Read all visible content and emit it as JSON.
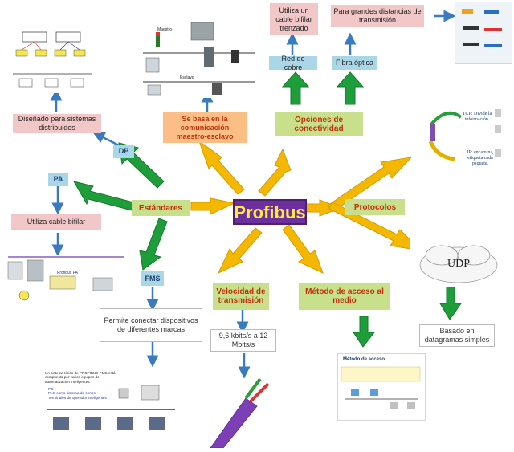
{
  "center": "Profibus",
  "nodes": {
    "estandares": "Estándares",
    "opciones": "Opciones de conectividad",
    "protocolos": "Protocolos",
    "velocidad": "Velocidad de transmisión",
    "metodo": "Método de acceso al medio",
    "maestro": "Se basa en la comunicación maestro-esclavo",
    "dp": "DP",
    "pa": "PA",
    "fms": "FMS",
    "distribuidos": "Diseñado para sistemas distribuidos",
    "cable_bifilar_pa": "Utiliza cable bifilar",
    "fms_desc": "Permite conectar dispositivos de diferentes marcas",
    "red_cobre": "Red de cobre",
    "fibra": "Fibra óptica",
    "bifilar_trenzado": "Utiliza un cable bifilar trenzado",
    "distancias": "Para grandes distancias de transmisión",
    "kbits": "9,6 kbits/s a 12 Mbits/s",
    "udp_desc": "Basado en datagramas simples"
  },
  "images": {
    "tcp_title": "TCP: Divide la información.",
    "ip_title": "IP: encamina, etiqueta cada paquete.",
    "udp_label": "UDP",
    "metodo_title": "Método de acceso",
    "fms_text": "Un sistema típico de PROFIBUS-FMS está compuesto por varios equipos de automatización inteligentes:",
    "fms_bullets": [
      "PC",
      "PLC como sistema de control",
      "Terminales de operador inteligentes"
    ],
    "maestro_label": "Maestro",
    "esclavo_label": "Esclavo",
    "profibus_pa_label": "Profibus PA"
  },
  "colors": {
    "center_fill": "#6e2f9e",
    "center_text": "#ffeb3b",
    "orange_arrow": "#f5b800",
    "green_arrow": "#1e9e3a",
    "blue_arrow": "#3a7bbf"
  }
}
